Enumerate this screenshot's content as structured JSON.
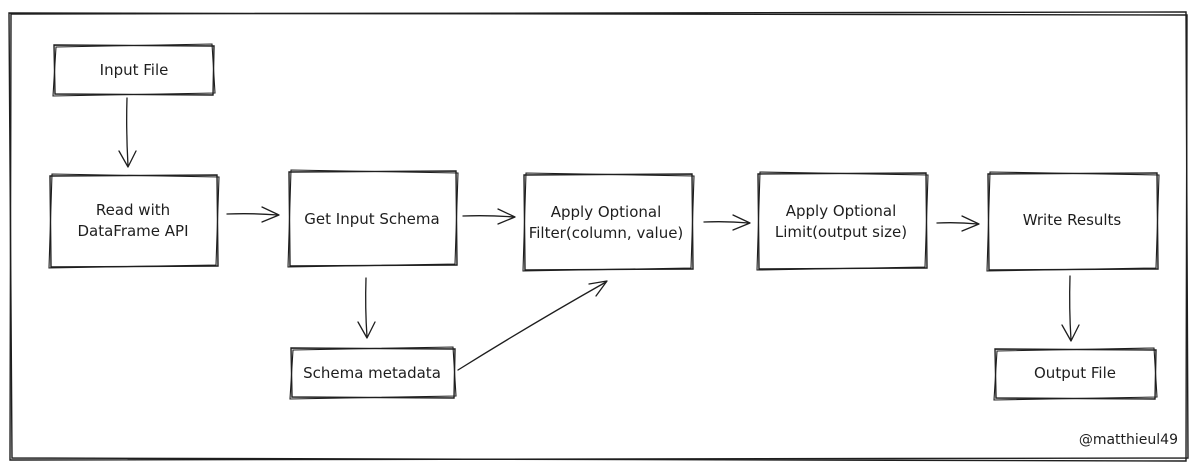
{
  "nodes": {
    "input_file": {
      "label": "Input File",
      "fill": "#d8a6e6"
    },
    "read_dataframe": {
      "line1": "Read with",
      "line2": "DataFrame API"
    },
    "get_schema": {
      "label": "Get Input Schema"
    },
    "apply_filter": {
      "line1": "Apply Optional",
      "line2": "Filter(column, value)"
    },
    "apply_limit": {
      "line1": "Apply Optional",
      "line2": "Limit(output size)"
    },
    "write_results": {
      "label": "Write Results"
    },
    "schema_metadata": {
      "label": "Schema metadata",
      "fill": "#a5d0ef"
    },
    "output_file": {
      "label": "Output File",
      "fill": "#f3a9ad"
    }
  },
  "watermark": "@matthieul49",
  "colors": {
    "stroke": "#1e1e1e",
    "input_hatch": "#c77fe0",
    "schema_hatch": "#6fb0e4",
    "output_hatch": "#e97f86"
  }
}
